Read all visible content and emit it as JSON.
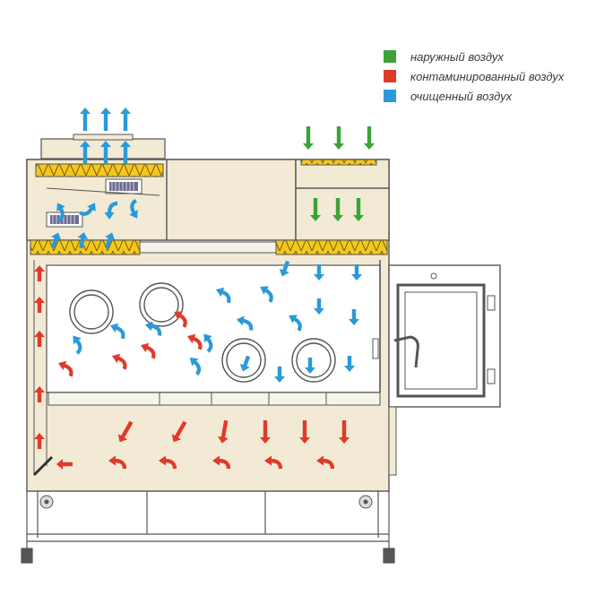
{
  "legend": [
    {
      "key": "outside",
      "label": "наружный воздух",
      "color": "#3aa33a"
    },
    {
      "key": "contaminated",
      "label": "контаминированный воздух",
      "color": "#e03a2a"
    },
    {
      "key": "clean",
      "label": "очищенный воздух",
      "color": "#2a9ad8"
    }
  ],
  "colors": {
    "cabinet_fill": "#f2ead5",
    "outline": "#555555",
    "filter": "#f3c81b",
    "filter_line": "#7a5a10"
  },
  "icons": [
    "up-arrow-icon",
    "down-arrow-icon",
    "curved-arrow-icon",
    "fan-icon",
    "caster-wheel-icon"
  ]
}
